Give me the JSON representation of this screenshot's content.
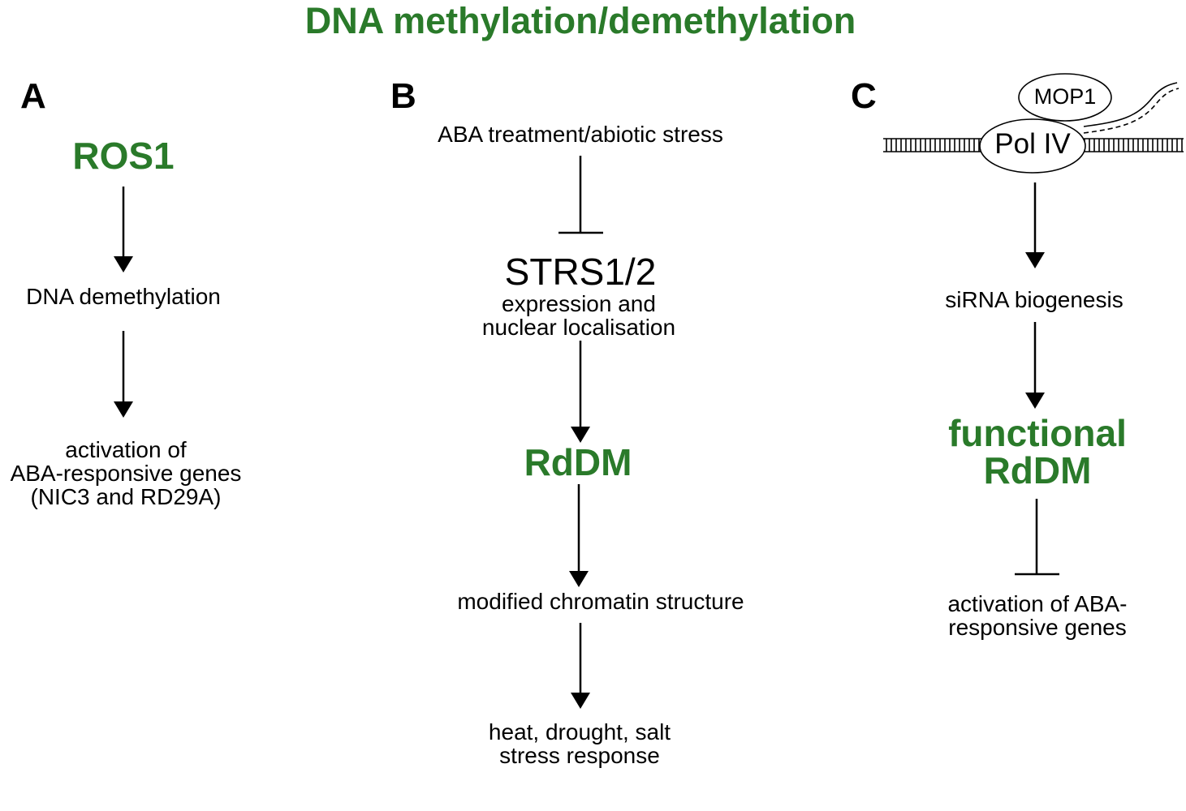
{
  "title": "DNA methylation/demethylation",
  "colors": {
    "accent": "#2a7a2a",
    "text": "#000000"
  },
  "panels": {
    "a": {
      "letter": "A",
      "node1": "ROS1",
      "node2": "DNA demethylation",
      "node3": [
        "activation of",
        "ABA-responsive genes",
        "(NIC3 and RD29A)"
      ]
    },
    "b": {
      "letter": "B",
      "node1": "ABA treatment/abiotic stress",
      "node2_title": "STRS1/2",
      "node2_sub": [
        "expression and",
        "nuclear localisation"
      ],
      "node3": "RdDM",
      "node4": "modified chromatin structure",
      "node5": [
        "heat, drought, salt",
        "stress response"
      ]
    },
    "c": {
      "letter": "C",
      "mop1": "MOP1",
      "pol4": "Pol IV",
      "node2": "siRNA biogenesis",
      "node3": [
        "functional",
        "RdDM"
      ],
      "node4": [
        "activation of ABA-",
        "responsive genes"
      ]
    }
  }
}
